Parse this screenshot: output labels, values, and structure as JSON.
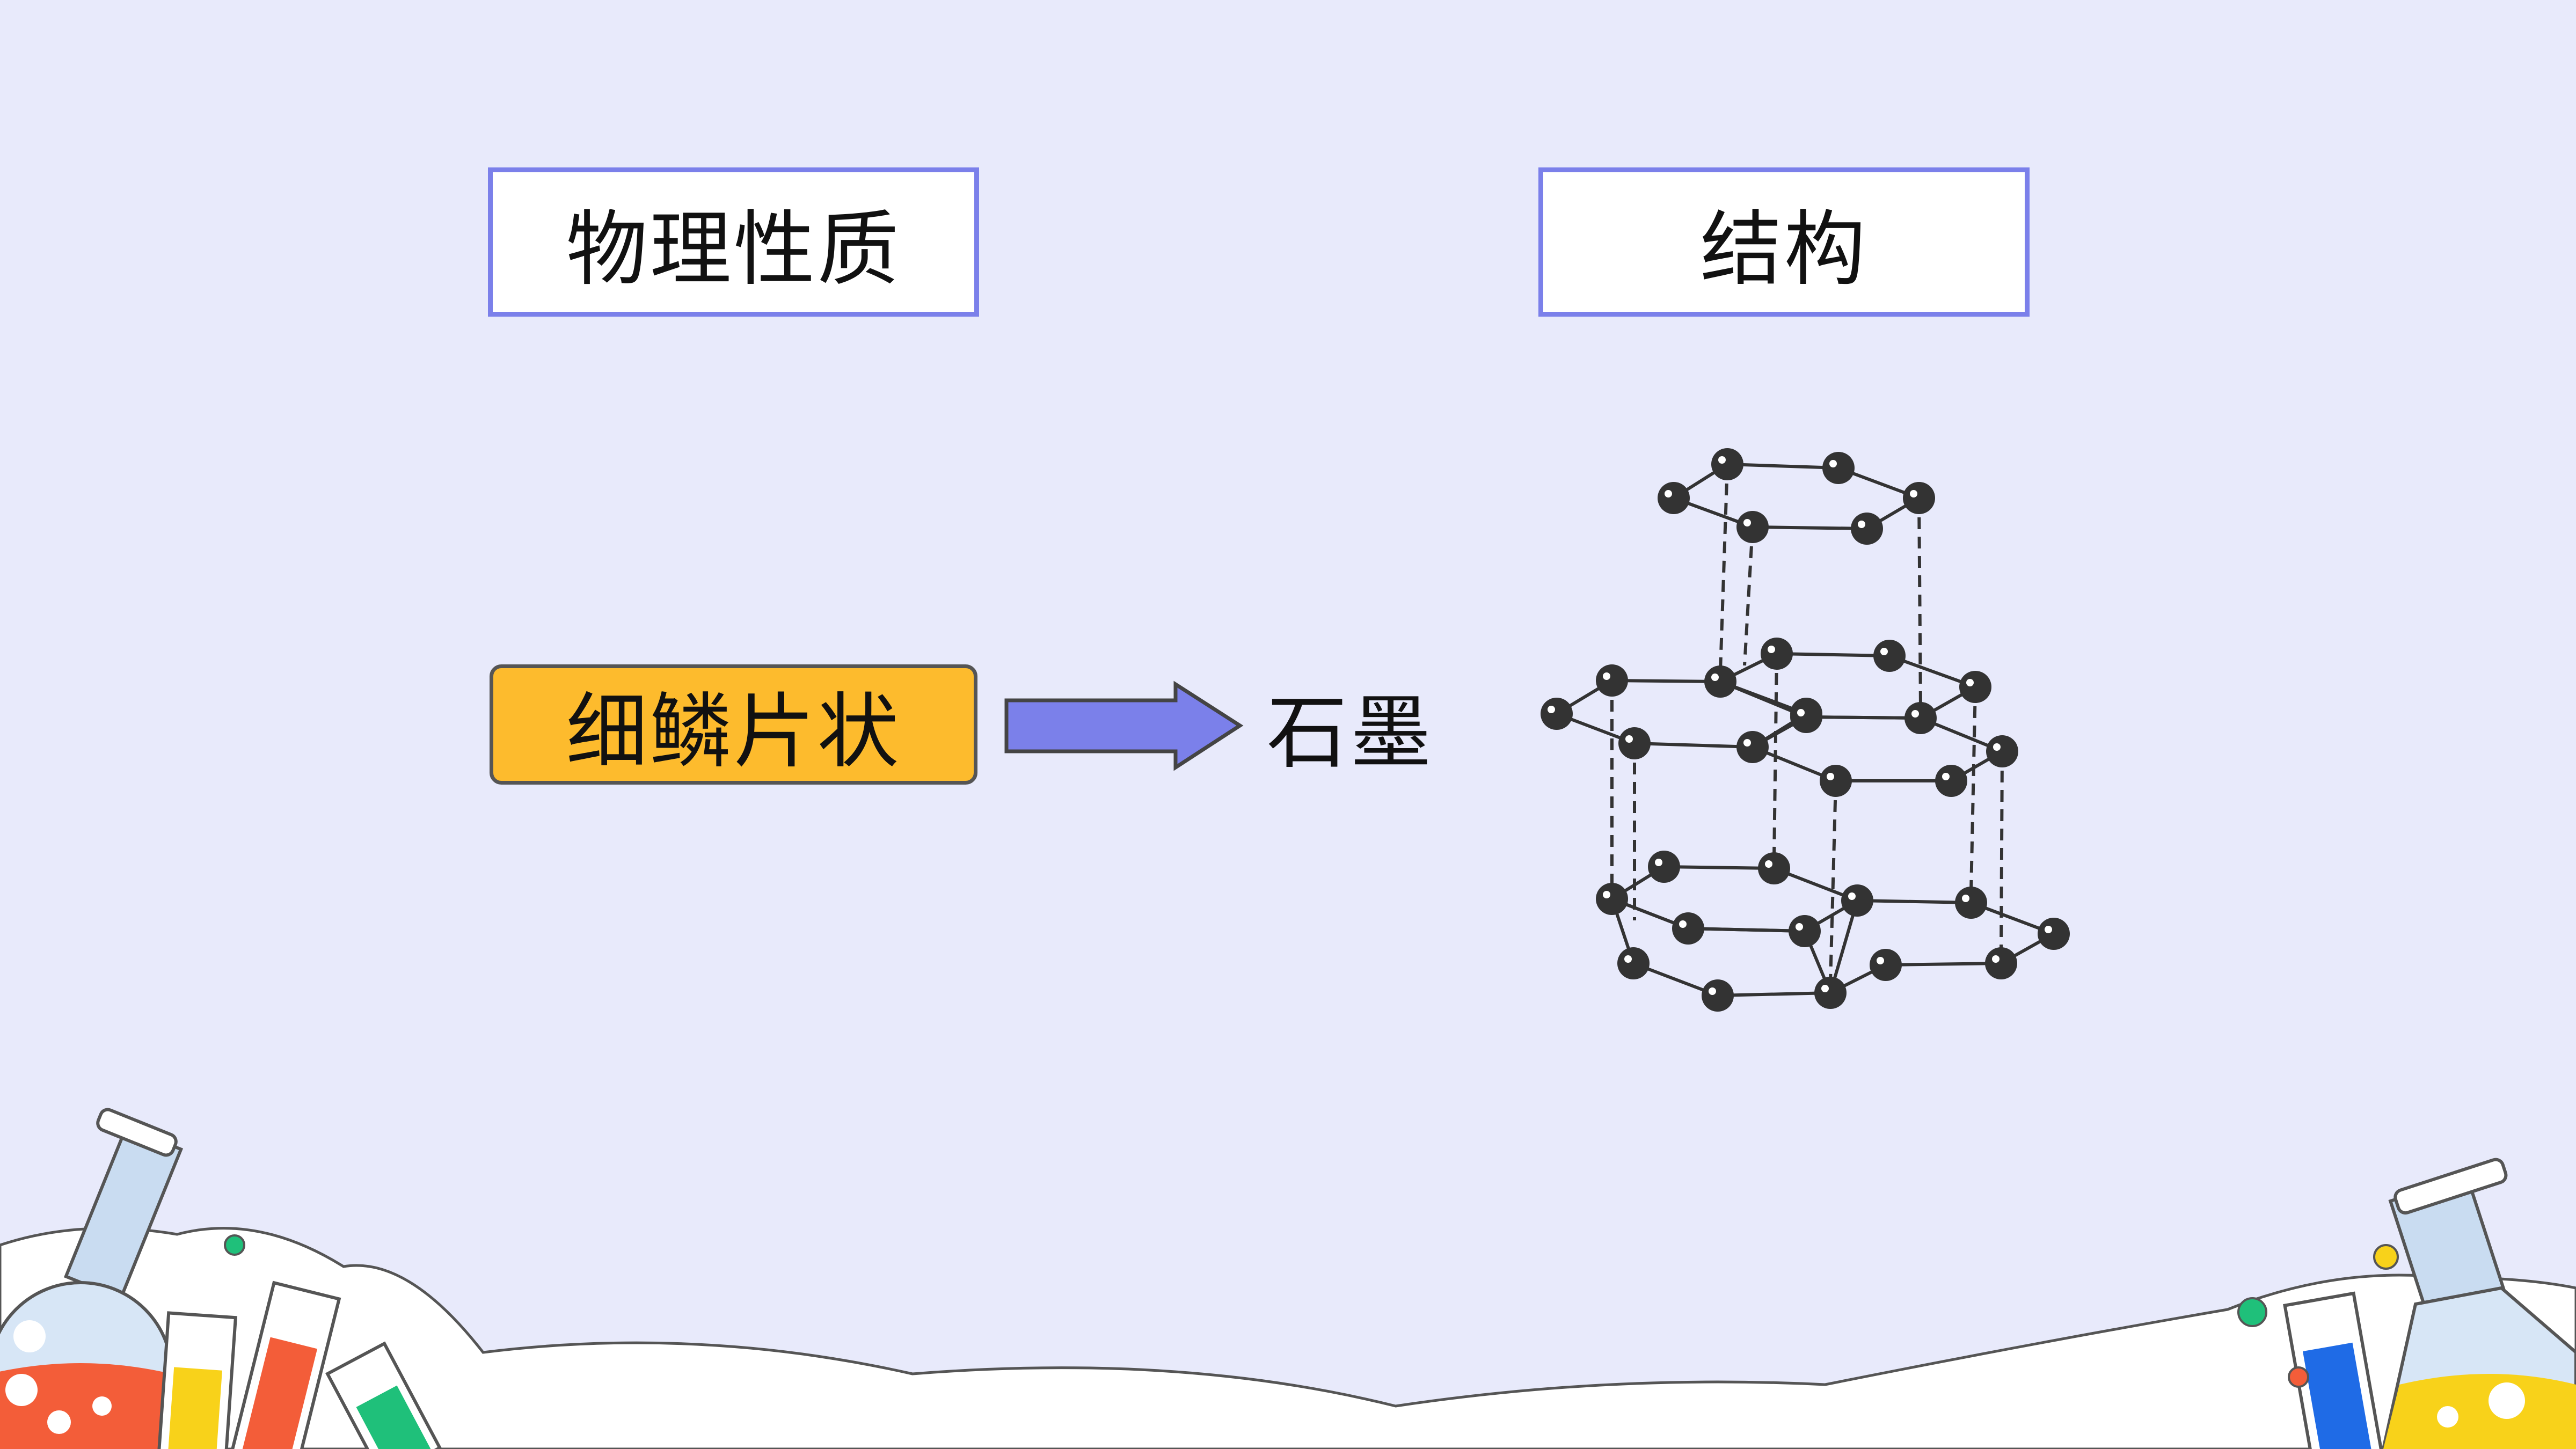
{
  "titles": {
    "left": "物理性质",
    "right": "结构"
  },
  "property": {
    "label": "细鳞片状"
  },
  "result": {
    "label": "石墨"
  },
  "colors": {
    "background": "#e8eafb",
    "box_border": "#7b80ea",
    "property_fill": "#fdbb2d",
    "arrow_fill": "#7b80ea",
    "atom": "#333333",
    "bond": "#333333"
  },
  "icons": [
    "right-arrow-icon",
    "graphite-structure-icon",
    "lab-flask-icon",
    "test-tube-icon"
  ]
}
